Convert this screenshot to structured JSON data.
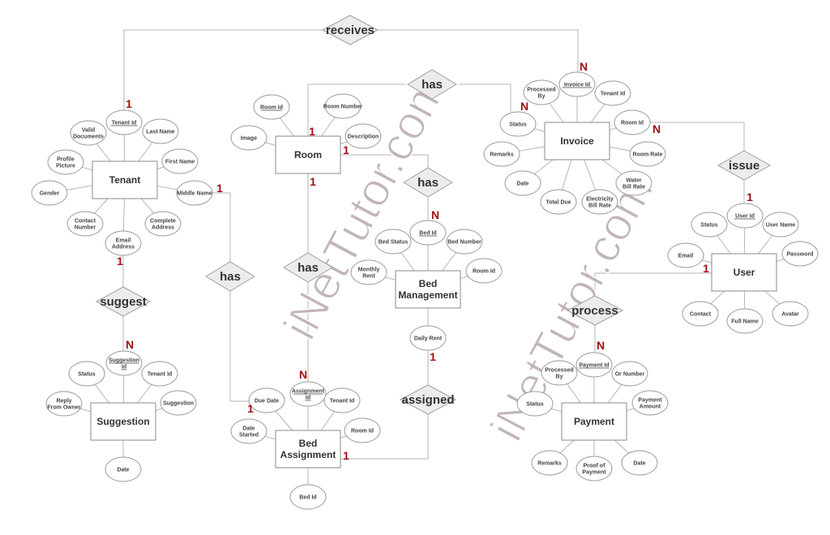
{
  "diagram": {
    "entities": [
      {
        "name": "Tenant",
        "attributes": [
          {
            "label": "Tenant Id",
            "key": true
          },
          {
            "label": "Last Name"
          },
          {
            "label": "Valid Documents"
          },
          {
            "label": "Profile Picture"
          },
          {
            "label": "First Name"
          },
          {
            "label": "Gender"
          },
          {
            "label": "Middle Name"
          },
          {
            "label": "Contact Number"
          },
          {
            "label": "Complete Address"
          },
          {
            "label": "Email Address"
          }
        ]
      },
      {
        "name": "Room",
        "attributes": [
          {
            "label": "Room Id",
            "key": true
          },
          {
            "label": "Room Number"
          },
          {
            "label": "Image"
          },
          {
            "label": "Description"
          }
        ]
      },
      {
        "name": "Invoice",
        "attributes": [
          {
            "label": "Invoice Id",
            "key": true
          },
          {
            "label": "Processed By"
          },
          {
            "label": "Tenant Id"
          },
          {
            "label": "Status"
          },
          {
            "label": "Room Id"
          },
          {
            "label": "Remarks"
          },
          {
            "label": "Room Rate"
          },
          {
            "label": "Date"
          },
          {
            "label": "Total Due"
          },
          {
            "label": "Electricity Bill Rate"
          },
          {
            "label": "Water Bill Rate"
          }
        ]
      },
      {
        "name": "User",
        "attributes": [
          {
            "label": "User Id",
            "key": true
          },
          {
            "label": "Status"
          },
          {
            "label": "User Name"
          },
          {
            "label": "Email"
          },
          {
            "label": "Password"
          },
          {
            "label": "Contact"
          },
          {
            "label": "Full Name"
          },
          {
            "label": "Avatar"
          }
        ]
      },
      {
        "name": "Bed Management",
        "attributes": [
          {
            "label": "Bed Id",
            "key": true
          },
          {
            "label": "Bed Status"
          },
          {
            "label": "Bed Number"
          },
          {
            "label": "Monthly Rent"
          },
          {
            "label": "Room Id"
          },
          {
            "label": "Daily Rent"
          }
        ]
      },
      {
        "name": "Suggestion",
        "attributes": [
          {
            "label": "Suggestion Id",
            "key": true
          },
          {
            "label": "Status"
          },
          {
            "label": "Tenant Id"
          },
          {
            "label": "Reply From Owner"
          },
          {
            "label": "Suggestion"
          },
          {
            "label": "Date"
          }
        ]
      },
      {
        "name": "Bed Assignment",
        "attributes": [
          {
            "label": "Assignment Id",
            "key": true
          },
          {
            "label": "Due Date"
          },
          {
            "label": "Tenant Id"
          },
          {
            "label": "Date Started"
          },
          {
            "label": "Room Id"
          },
          {
            "label": "Bed Id"
          }
        ]
      },
      {
        "name": "Payment",
        "attributes": [
          {
            "label": "Payment Id",
            "key": true
          },
          {
            "label": "Processed By"
          },
          {
            "label": "Or Number"
          },
          {
            "label": "Status"
          },
          {
            "label": "Payment Amount"
          },
          {
            "label": "Remarks"
          },
          {
            "label": "Proof of Payment"
          },
          {
            "label": "Date"
          }
        ]
      }
    ],
    "relationships": [
      {
        "label": "receives",
        "cardinalities": [
          "1",
          "N"
        ]
      },
      {
        "label": "has",
        "cardinalities": [
          "1",
          "N"
        ]
      },
      {
        "label": "has",
        "cardinalities": [
          "1",
          "N"
        ]
      },
      {
        "label": "issue",
        "cardinalities": [
          "N",
          "1"
        ]
      },
      {
        "label": "has",
        "cardinalities": [
          "1",
          "N"
        ]
      },
      {
        "label": "has",
        "cardinalities": [
          "1",
          "1"
        ]
      },
      {
        "label": "suggest",
        "cardinalities": [
          "1",
          "N"
        ]
      },
      {
        "label": "process",
        "cardinalities": [
          "1",
          "N"
        ]
      },
      {
        "label": "assigned",
        "cardinalities": [
          "1",
          "1"
        ]
      }
    ],
    "watermark": "iNetTutor.com",
    "colors": {
      "cardinality": "#a01010",
      "relationship_fill": "#ececec",
      "watermark": "#b8a8a8"
    }
  }
}
